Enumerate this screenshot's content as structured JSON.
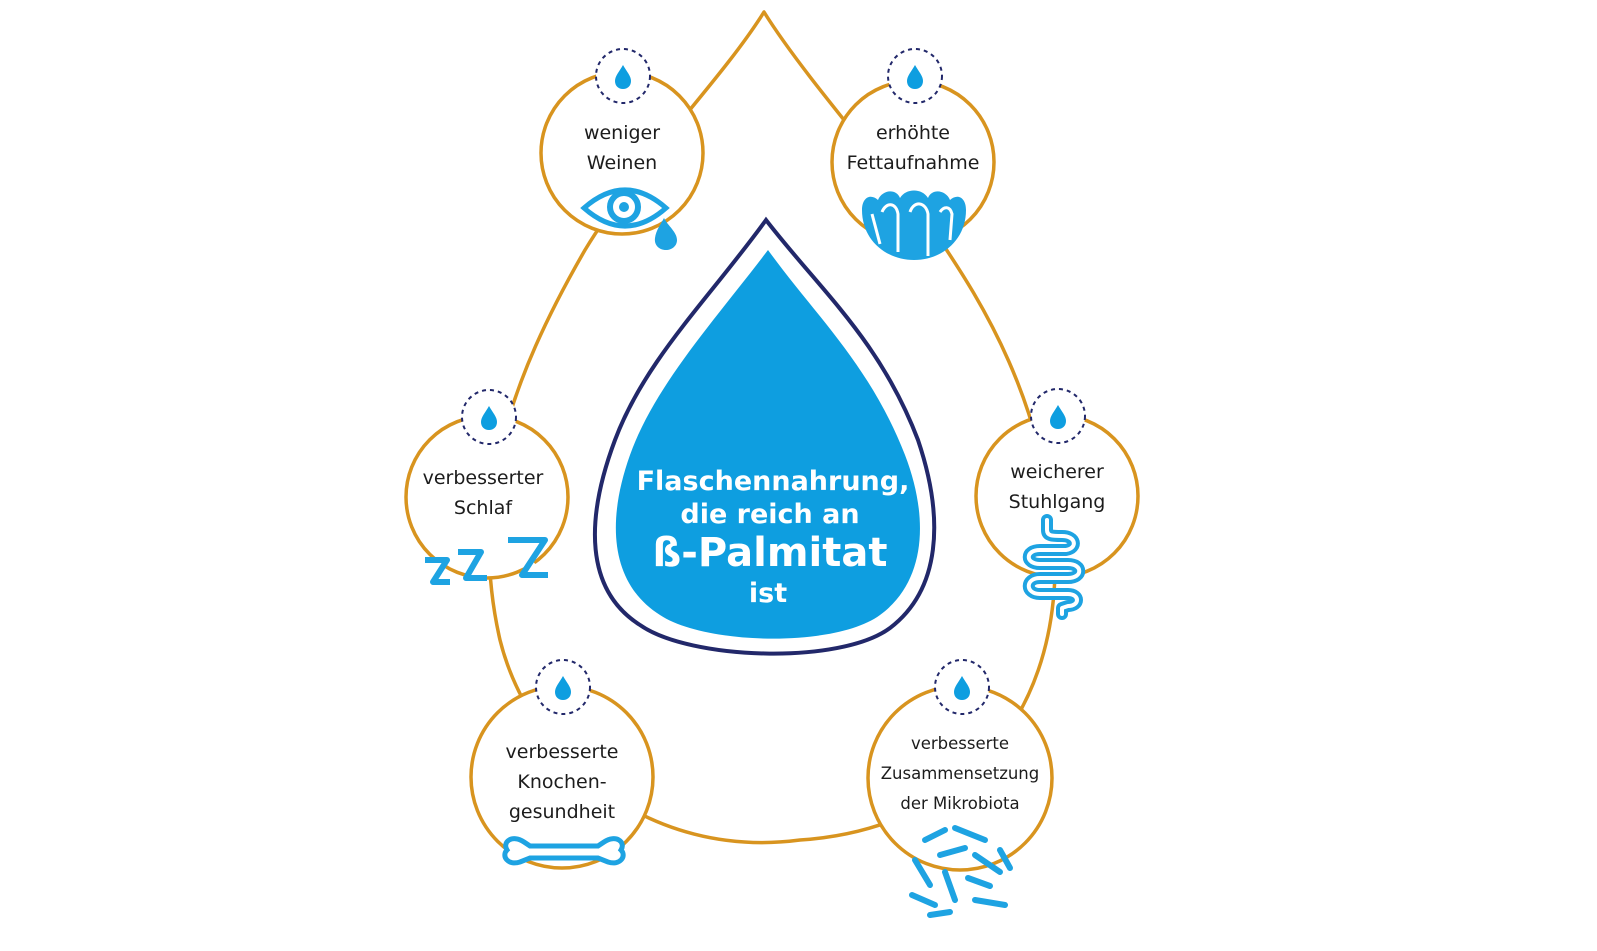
{
  "center": {
    "lines": [
      "Flaschennahrung,",
      "die reich an",
      "ß-Palmitat",
      "ist"
    ]
  },
  "benefits": [
    {
      "id": "weinen",
      "lines": [
        "weniger",
        "Weinen"
      ],
      "icon": "crying-eye-icon"
    },
    {
      "id": "fett",
      "lines": [
        "erhöhte",
        "Fettaufnahme"
      ],
      "icon": "intestinal-villi-icon"
    },
    {
      "id": "schlaf",
      "lines": [
        "verbesserter",
        "Schlaf"
      ],
      "icon": "sleep-zzz-icon"
    },
    {
      "id": "stuhlgang",
      "lines": [
        "weicherer",
        "Stuhlgang"
      ],
      "icon": "intestine-icon"
    },
    {
      "id": "knochen",
      "lines": [
        "verbesserte",
        "Knochen-",
        "gesundheit"
      ],
      "icon": "bone-icon"
    },
    {
      "id": "mikrobiota",
      "lines": [
        "verbesserte",
        "Zusammensetzung",
        "der Mikrobiota"
      ],
      "icon": "bacteria-icon"
    }
  ],
  "colors": {
    "gold": "#D8941F",
    "blue": "#0E9EE0",
    "navy": "#22286A",
    "light_blue": "#1EA3E2"
  }
}
